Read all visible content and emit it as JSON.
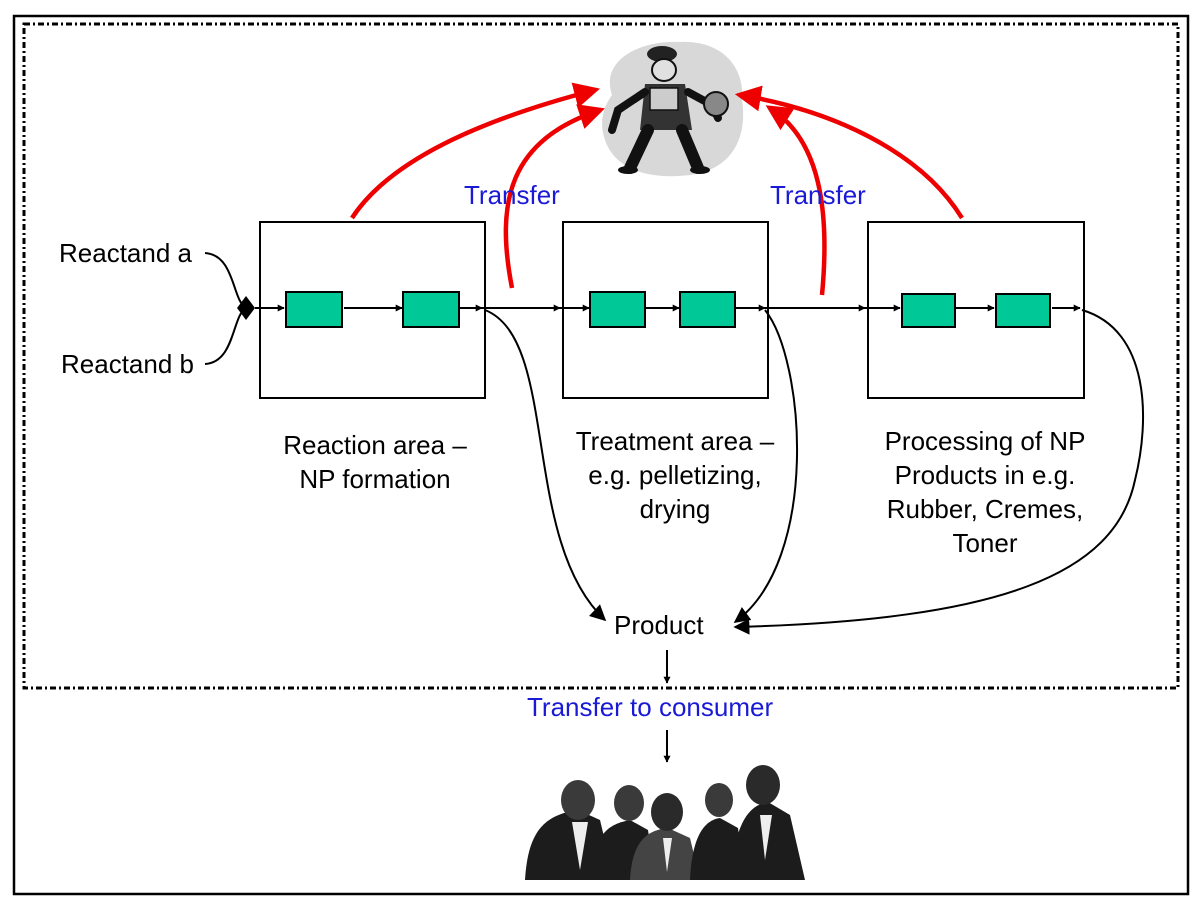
{
  "inputs": {
    "a": "Reactand a",
    "b": "Reactand b"
  },
  "transfer_labels": [
    "Transfer",
    "Transfer"
  ],
  "areas": [
    {
      "line1": "Reaction area –",
      "line2": "NP formation",
      "line3": "",
      "line4": ""
    },
    {
      "line1": "Treatment area –",
      "line2": "e.g. pelletizing,",
      "line3": "drying",
      "line4": ""
    },
    {
      "line1": "Processing of NP",
      "line2": "Products in e.g.",
      "line3": "Rubber, Cremes,",
      "line4": "Toner"
    }
  ],
  "product": "Product",
  "consumer_transfer": "Transfer to consumer",
  "icons": {
    "worker": "worker-clipart-icon",
    "consumers": "consumer-group-clipart-icon"
  },
  "colors": {
    "unit_fill": "#00c896",
    "red_arrow": "#ee0000",
    "blue_text": "#1a1ad6",
    "line": "#000000"
  }
}
